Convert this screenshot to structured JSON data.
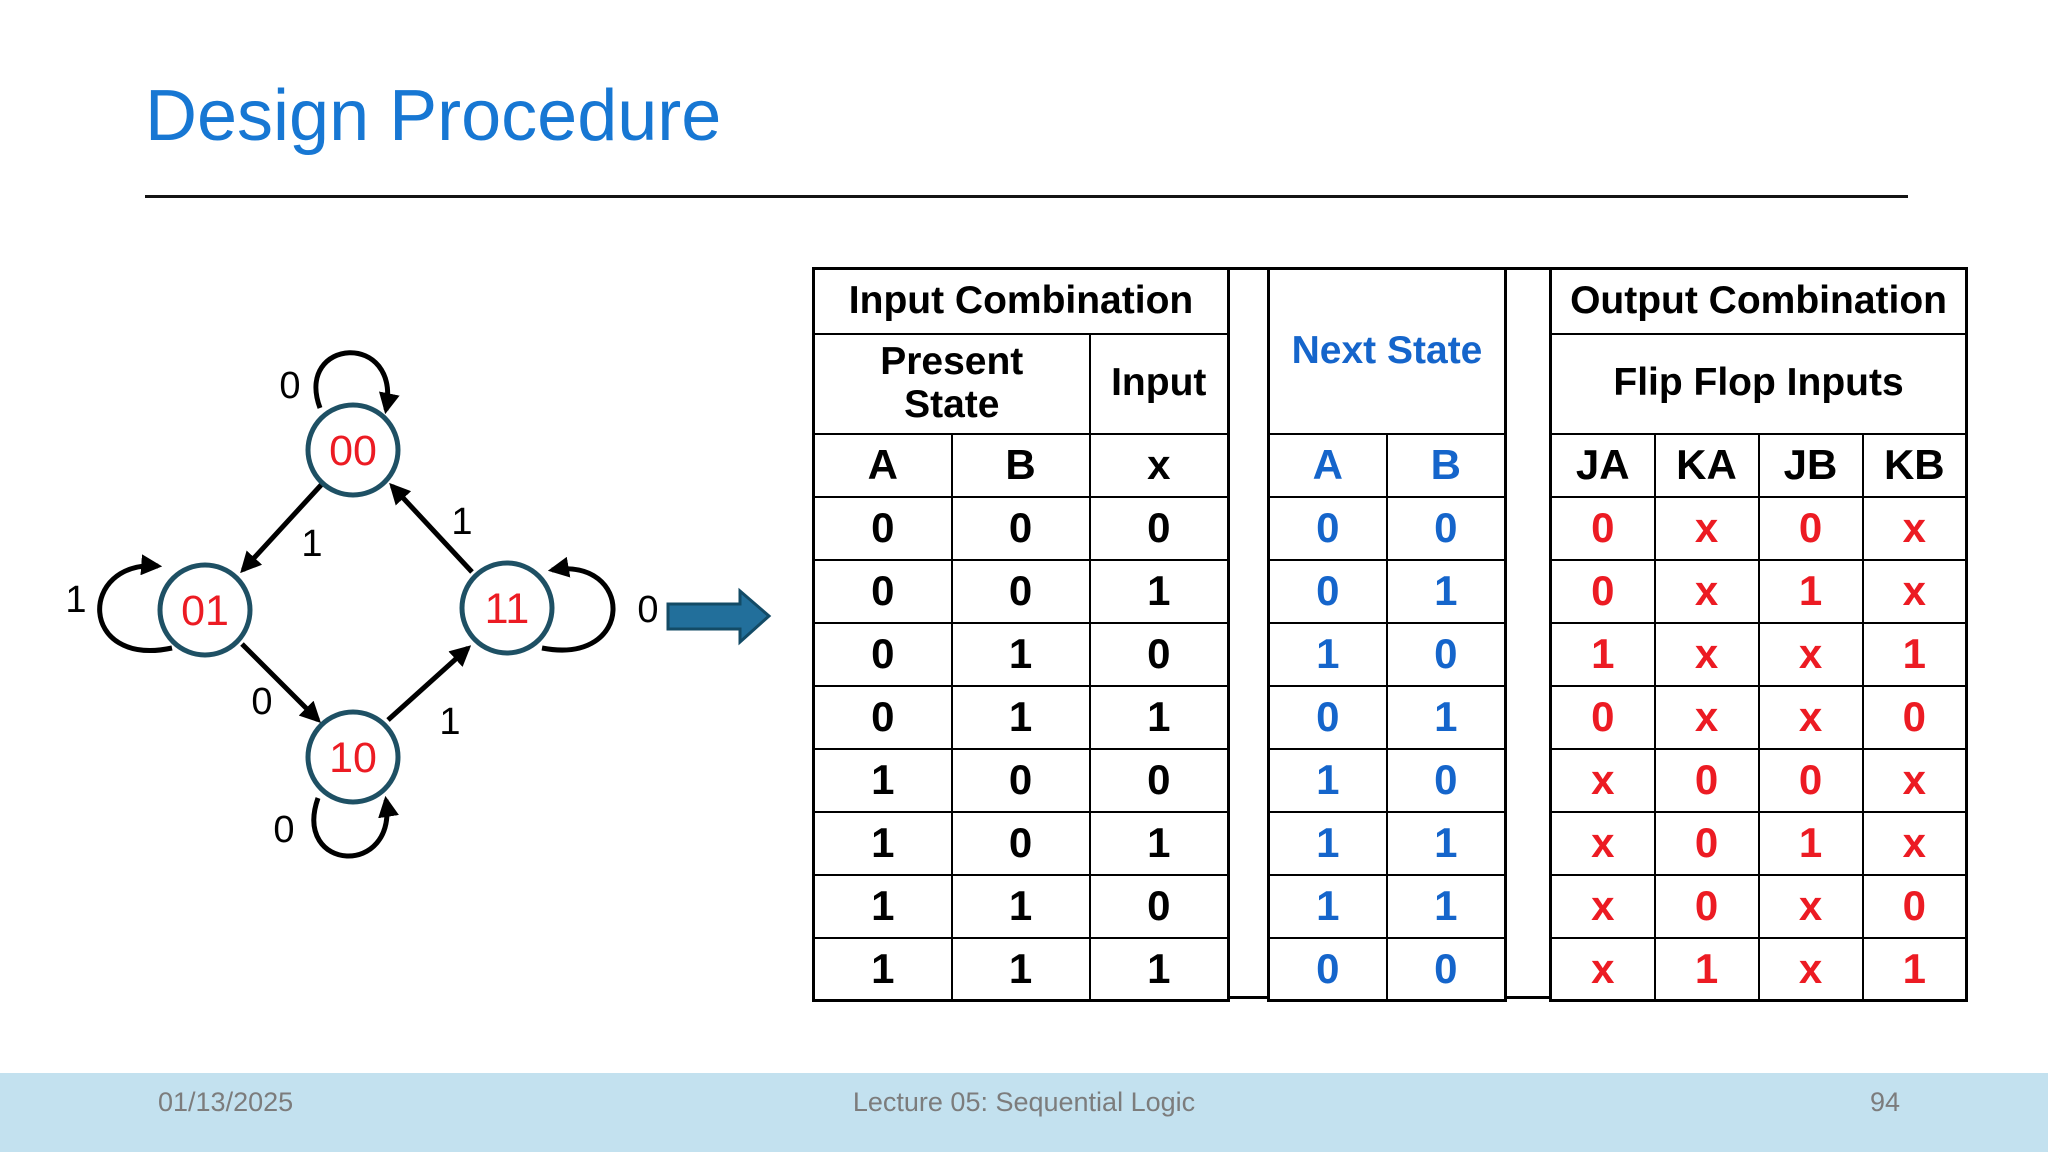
{
  "slide": {
    "title": "Design Procedure"
  },
  "footer": {
    "date": "01/13/2025",
    "lecture": "Lecture 05: Sequential Logic",
    "page": "94"
  },
  "diagram": {
    "states": [
      {
        "label": "00"
      },
      {
        "label": "01"
      },
      {
        "label": "11"
      },
      {
        "label": "10"
      }
    ],
    "loop_labels": {
      "s00": "0",
      "s01": "1",
      "s11": "0",
      "s10": "0"
    },
    "edge_labels": {
      "e00_01": "1",
      "e11_00": "1",
      "e01_10": "0",
      "e10_11": "1"
    }
  },
  "table": {
    "groups": {
      "input": "Input Combination",
      "next": "Next State",
      "output": "Output Combination"
    },
    "subheads": {
      "present_state": "Present State",
      "input": "Input",
      "flip_flop": "Flip Flop Inputs"
    },
    "columns": {
      "input": [
        "A",
        "B",
        "x"
      ],
      "next": [
        "A",
        "B"
      ],
      "output": [
        "JA",
        "KA",
        "JB",
        "KB"
      ]
    },
    "rows": [
      {
        "a": "0",
        "b": "0",
        "x": "0",
        "na": "0",
        "nb": "0",
        "ja": "0",
        "ka": "x",
        "jb": "0",
        "kb": "x"
      },
      {
        "a": "0",
        "b": "0",
        "x": "1",
        "na": "0",
        "nb": "1",
        "ja": "0",
        "ka": "x",
        "jb": "1",
        "kb": "x"
      },
      {
        "a": "0",
        "b": "1",
        "x": "0",
        "na": "1",
        "nb": "0",
        "ja": "1",
        "ka": "x",
        "jb": "x",
        "kb": "1"
      },
      {
        "a": "0",
        "b": "1",
        "x": "1",
        "na": "0",
        "nb": "1",
        "ja": "0",
        "ka": "x",
        "jb": "x",
        "kb": "0"
      },
      {
        "a": "1",
        "b": "0",
        "x": "0",
        "na": "1",
        "nb": "0",
        "ja": "x",
        "ka": "0",
        "jb": "0",
        "kb": "x"
      },
      {
        "a": "1",
        "b": "0",
        "x": "1",
        "na": "1",
        "nb": "1",
        "ja": "x",
        "ka": "0",
        "jb": "1",
        "kb": "x"
      },
      {
        "a": "1",
        "b": "1",
        "x": "0",
        "na": "1",
        "nb": "1",
        "ja": "x",
        "ka": "0",
        "jb": "x",
        "kb": "0"
      },
      {
        "a": "1",
        "b": "1",
        "x": "1",
        "na": "0",
        "nb": "0",
        "ja": "x",
        "ka": "1",
        "jb": "x",
        "kb": "1"
      }
    ]
  },
  "colors": {
    "title_blue": "#1777d3",
    "table_blue": "#1565cb",
    "red": "#ec1b23",
    "circle_stroke": "#1e5064",
    "arrow_fill": "#226f9b",
    "arrow_stroke": "#134b66",
    "footer_bg": "#c3e1ef",
    "footer_text": "#7c7c7c"
  }
}
